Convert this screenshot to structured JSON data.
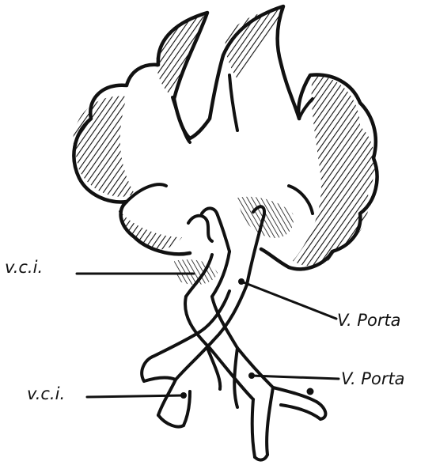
{
  "labels": {
    "vci_upper": "v.c.i.",
    "porta_upper": "V. Porta",
    "porta_lower": "V. Porta",
    "vci_lower": "v.c.i."
  }
}
